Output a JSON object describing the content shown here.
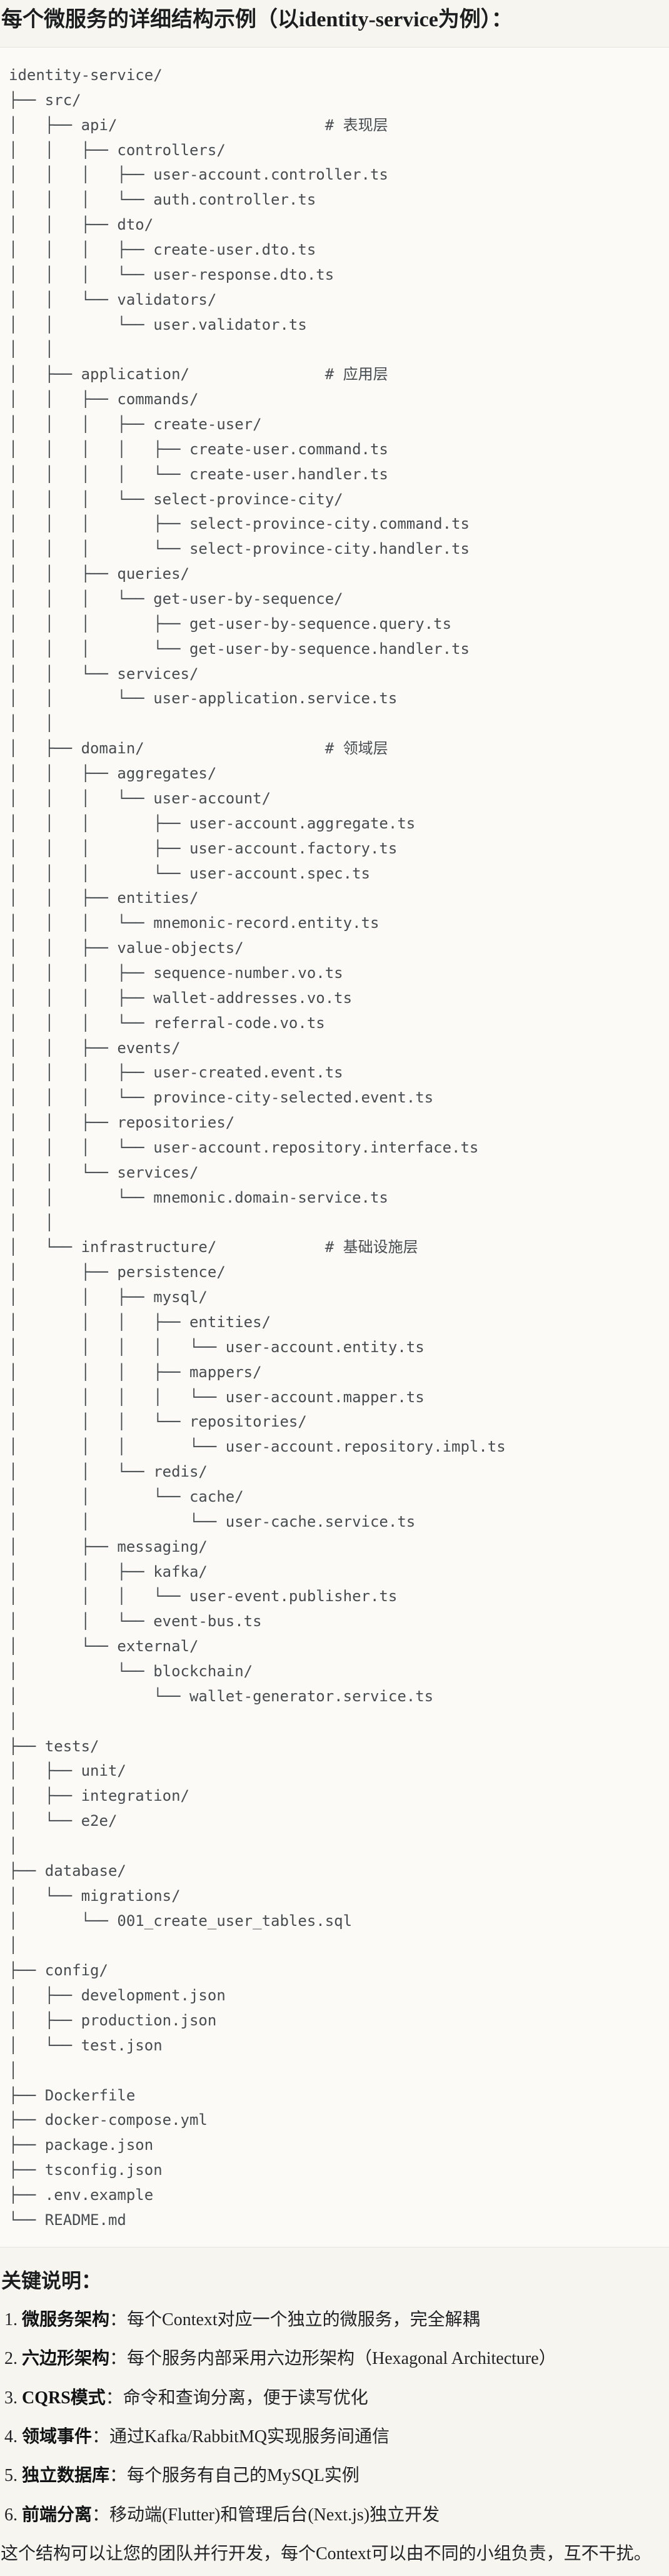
{
  "page": {
    "title": "每个微服务的详细结构示例（以identity-service为例）："
  },
  "file_tree": {
    "language": "text",
    "lines": [
      "identity-service/",
      "├── src/",
      "│   ├── api/                       # 表现层",
      "│   │   ├── controllers/",
      "│   │   │   ├── user-account.controller.ts",
      "│   │   │   └── auth.controller.ts",
      "│   │   ├── dto/",
      "│   │   │   ├── create-user.dto.ts",
      "│   │   │   └── user-response.dto.ts",
      "│   │   └── validators/",
      "│   │       └── user.validator.ts",
      "│   │",
      "│   ├── application/               # 应用层",
      "│   │   ├── commands/",
      "│   │   │   ├── create-user/",
      "│   │   │   │   ├── create-user.command.ts",
      "│   │   │   │   └── create-user.handler.ts",
      "│   │   │   └── select-province-city/",
      "│   │   │       ├── select-province-city.command.ts",
      "│   │   │       └── select-province-city.handler.ts",
      "│   │   ├── queries/",
      "│   │   │   └── get-user-by-sequence/",
      "│   │   │       ├── get-user-by-sequence.query.ts",
      "│   │   │       └── get-user-by-sequence.handler.ts",
      "│   │   └── services/",
      "│   │       └── user-application.service.ts",
      "│   │",
      "│   ├── domain/                    # 领域层",
      "│   │   ├── aggregates/",
      "│   │   │   └── user-account/",
      "│   │   │       ├── user-account.aggregate.ts",
      "│   │   │       ├── user-account.factory.ts",
      "│   │   │       └── user-account.spec.ts",
      "│   │   ├── entities/",
      "│   │   │   └── mnemonic-record.entity.ts",
      "│   │   ├── value-objects/",
      "│   │   │   ├── sequence-number.vo.ts",
      "│   │   │   ├── wallet-addresses.vo.ts",
      "│   │   │   └── referral-code.vo.ts",
      "│   │   ├── events/",
      "│   │   │   ├── user-created.event.ts",
      "│   │   │   └── province-city-selected.event.ts",
      "│   │   ├── repositories/",
      "│   │   │   └── user-account.repository.interface.ts",
      "│   │   └── services/",
      "│   │       └── mnemonic.domain-service.ts",
      "│   │",
      "│   └── infrastructure/            # 基础设施层",
      "│       ├── persistence/",
      "│       │   ├── mysql/",
      "│       │   │   ├── entities/",
      "│       │   │   │   └── user-account.entity.ts",
      "│       │   │   ├── mappers/",
      "│       │   │   │   └── user-account.mapper.ts",
      "│       │   │   └── repositories/",
      "│       │   │       └── user-account.repository.impl.ts",
      "│       │   └── redis/",
      "│       │       └── cache/",
      "│       │           └── user-cache.service.ts",
      "│       ├── messaging/",
      "│       │   ├── kafka/",
      "│       │   │   └── user-event.publisher.ts",
      "│       │   └── event-bus.ts",
      "│       └── external/",
      "│           └── blockchain/",
      "│               └── wallet-generator.service.ts",
      "│",
      "├── tests/",
      "│   ├── unit/",
      "│   ├── integration/",
      "│   └── e2e/",
      "│",
      "├── database/",
      "│   └── migrations/",
      "│       └── 001_create_user_tables.sql",
      "│",
      "├── config/",
      "│   ├── development.json",
      "│   ├── production.json",
      "│   └── test.json",
      "│",
      "├── Dockerfile",
      "├── docker-compose.yml",
      "├── package.json",
      "├── tsconfig.json",
      "├── .env.example",
      "└── README.md"
    ],
    "layer_comments": [
      {
        "path": "src/api/",
        "comment": "# 表现层"
      },
      {
        "path": "src/application/",
        "comment": "# 应用层"
      },
      {
        "path": "src/domain/",
        "comment": "# 领域层"
      },
      {
        "path": "src/infrastructure/",
        "comment": "# 基础设施层"
      }
    ]
  },
  "notes": {
    "heading": "关键说明：",
    "items": [
      {
        "num": "1.",
        "term": "微服务架构",
        "desc": "：每个Context对应一个独立的微服务，完全解耦"
      },
      {
        "num": "2.",
        "term": "六边形架构",
        "desc": "：每个服务内部采用六边形架构（Hexagonal Architecture）"
      },
      {
        "num": "3.",
        "term": "CQRS模式",
        "desc": "：命令和查询分离，便于读写优化"
      },
      {
        "num": "4.",
        "term": "领域事件",
        "desc": "：通过Kafka/RabbitMQ实现服务间通信"
      },
      {
        "num": "5.",
        "term": "独立数据库",
        "desc": "：每个服务有自己的MySQL实例"
      },
      {
        "num": "6.",
        "term": "前端分离",
        "desc": "：移动端(Flutter)和管理后台(Next.js)独立开发"
      }
    ]
  },
  "closing": {
    "text": "这个结构可以让您的团队并行开发，每个Context可以由不同的小组负责，互不干扰。"
  },
  "colors": {
    "page_bg": "#f6f5ef",
    "code_bg": "#fbfaf6",
    "divider": "#e6e4e0",
    "tree_text": "#474c51",
    "body_text": "#212326"
  }
}
